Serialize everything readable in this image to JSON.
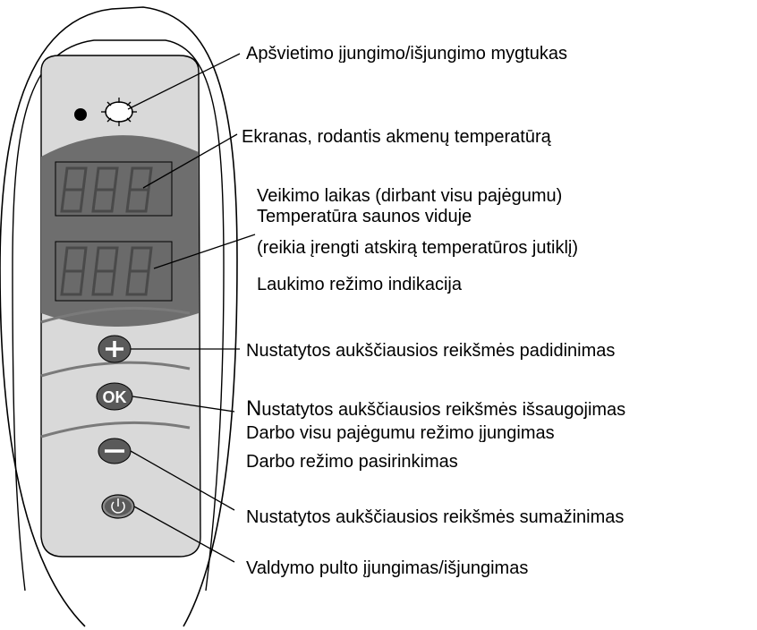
{
  "display": {
    "top_digits": "888",
    "bottom_digits": "888"
  },
  "buttons": {
    "plus_symbol": "+",
    "ok_label": "OK",
    "minus_symbol": "−",
    "power_symbol": "⏻",
    "light_symbol": "☼"
  },
  "callouts": {
    "light_button": "Apšvietimo įjungimo/išjungimo mygtukas",
    "stone_temp_display": "Ekranas, rodantis akmenų temperatūrą",
    "operating_time": "Veikimo laikas (dirbant visu pajėgumu)",
    "sauna_temp": "Temperatūra saunos viduje",
    "sensor_note": "(reikia įrengti atskirą temperatūros jutiklį)",
    "standby_indication": "Laukimo režimo indikacija",
    "increase": "Nustatytos aukščiausios reikšmės padidinimas",
    "save_first_letter": "N",
    "save_rest": "ustatytos aukščiausios reikšmės išsaugojimas",
    "full_power_mode": "Darbo visu pajėgumu režimo įjungimas",
    "mode_select": "Darbo režimo pasirinkimas",
    "decrease": "Nustatytos aukščiausios reikšmės sumažinimas",
    "power_toggle": "Valdymo pulto įjungimas/išjungimas"
  },
  "colors": {
    "panel_fill": "#d9d9d9",
    "screen_fill": "#6e6e6e",
    "segment_stroke": "#505050",
    "button_fill": "#5a5a5a",
    "outline": "#000000"
  }
}
